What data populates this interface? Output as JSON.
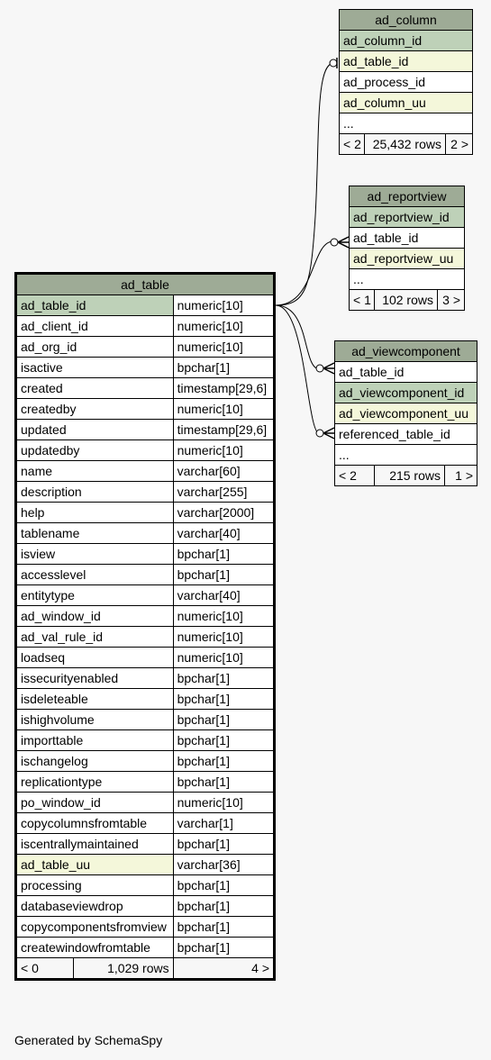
{
  "tables": {
    "ad_table": {
      "name": "ad_table",
      "columns": [
        {
          "name": "ad_table_id",
          "type": "numeric[10]",
          "key": "pk"
        },
        {
          "name": "ad_client_id",
          "type": "numeric[10]",
          "key": ""
        },
        {
          "name": "ad_org_id",
          "type": "numeric[10]",
          "key": ""
        },
        {
          "name": "isactive",
          "type": "bpchar[1]",
          "key": ""
        },
        {
          "name": "created",
          "type": "timestamp[29,6]",
          "key": ""
        },
        {
          "name": "createdby",
          "type": "numeric[10]",
          "key": ""
        },
        {
          "name": "updated",
          "type": "timestamp[29,6]",
          "key": ""
        },
        {
          "name": "updatedby",
          "type": "numeric[10]",
          "key": ""
        },
        {
          "name": "name",
          "type": "varchar[60]",
          "key": ""
        },
        {
          "name": "description",
          "type": "varchar[255]",
          "key": ""
        },
        {
          "name": "help",
          "type": "varchar[2000]",
          "key": ""
        },
        {
          "name": "tablename",
          "type": "varchar[40]",
          "key": ""
        },
        {
          "name": "isview",
          "type": "bpchar[1]",
          "key": ""
        },
        {
          "name": "accesslevel",
          "type": "bpchar[1]",
          "key": ""
        },
        {
          "name": "entitytype",
          "type": "varchar[40]",
          "key": ""
        },
        {
          "name": "ad_window_id",
          "type": "numeric[10]",
          "key": ""
        },
        {
          "name": "ad_val_rule_id",
          "type": "numeric[10]",
          "key": ""
        },
        {
          "name": "loadseq",
          "type": "numeric[10]",
          "key": ""
        },
        {
          "name": "issecurityenabled",
          "type": "bpchar[1]",
          "key": ""
        },
        {
          "name": "isdeleteable",
          "type": "bpchar[1]",
          "key": ""
        },
        {
          "name": "ishighvolume",
          "type": "bpchar[1]",
          "key": ""
        },
        {
          "name": "importtable",
          "type": "bpchar[1]",
          "key": ""
        },
        {
          "name": "ischangelog",
          "type": "bpchar[1]",
          "key": ""
        },
        {
          "name": "replicationtype",
          "type": "bpchar[1]",
          "key": ""
        },
        {
          "name": "po_window_id",
          "type": "numeric[10]",
          "key": ""
        },
        {
          "name": "copycolumnsfromtable",
          "type": "varchar[1]",
          "key": ""
        },
        {
          "name": "iscentrallymaintained",
          "type": "bpchar[1]",
          "key": ""
        },
        {
          "name": "ad_table_uu",
          "type": "varchar[36]",
          "key": "fk"
        },
        {
          "name": "processing",
          "type": "bpchar[1]",
          "key": ""
        },
        {
          "name": "databaseviewdrop",
          "type": "bpchar[1]",
          "key": ""
        },
        {
          "name": "copycomponentsfromview",
          "type": "bpchar[1]",
          "key": ""
        },
        {
          "name": "createwindowfromtable",
          "type": "bpchar[1]",
          "key": ""
        }
      ],
      "footer": {
        "parents": "< 0",
        "rows": "1,029 rows",
        "children": "4 >"
      }
    },
    "ad_column": {
      "name": "ad_column",
      "columns": [
        {
          "name": "ad_column_id",
          "key": "pk"
        },
        {
          "name": "ad_table_id",
          "key": "fk"
        },
        {
          "name": "ad_process_id",
          "key": ""
        },
        {
          "name": "ad_column_uu",
          "key": "fk"
        },
        {
          "name": "...",
          "key": ""
        }
      ],
      "footer": {
        "parents": "< 2",
        "rows": "25,432 rows",
        "children": "2 >"
      }
    },
    "ad_reportview": {
      "name": "ad_reportview",
      "columns": [
        {
          "name": "ad_reportview_id",
          "key": "pk"
        },
        {
          "name": "ad_table_id",
          "key": ""
        },
        {
          "name": "ad_reportview_uu",
          "key": "fk"
        },
        {
          "name": "...",
          "key": ""
        }
      ],
      "footer": {
        "parents": "< 1",
        "rows": "102 rows",
        "children": "3 >"
      }
    },
    "ad_viewcomponent": {
      "name": "ad_viewcomponent",
      "columns": [
        {
          "name": "ad_table_id",
          "key": ""
        },
        {
          "name": "ad_viewcomponent_id",
          "key": "pk"
        },
        {
          "name": "ad_viewcomponent_uu",
          "key": "fk"
        },
        {
          "name": "referenced_table_id",
          "key": ""
        },
        {
          "name": "...",
          "key": ""
        }
      ],
      "footer": {
        "parents": "< 2",
        "rows": "215 rows",
        "children": "1 >"
      }
    }
  },
  "footer_text": "Generated by SchemaSpy"
}
